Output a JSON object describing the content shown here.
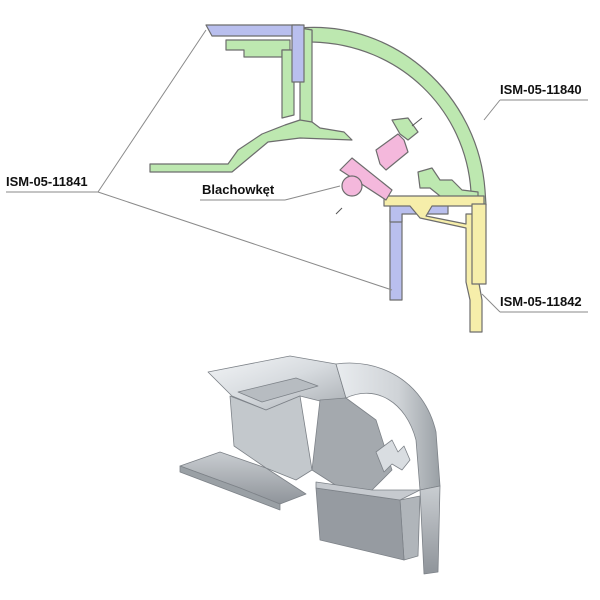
{
  "labels": {
    "part_11840": "ISM-05-11840",
    "part_11841": "ISM-05-11841",
    "part_11842": "ISM-05-11842",
    "bracket": "Blachowkęt"
  },
  "colors": {
    "profile_11840": "#bde8b0",
    "profile_11841": "#b9bfee",
    "profile_11842": "#f6eeaa",
    "bracket": "#f4b8dc",
    "outline": "#6d6d6d",
    "leader": "#8a8a8a",
    "aluminium_light": "#e6e9ec",
    "aluminium_mid": "#bcc1c6",
    "aluminium_dark": "#8d9298"
  }
}
